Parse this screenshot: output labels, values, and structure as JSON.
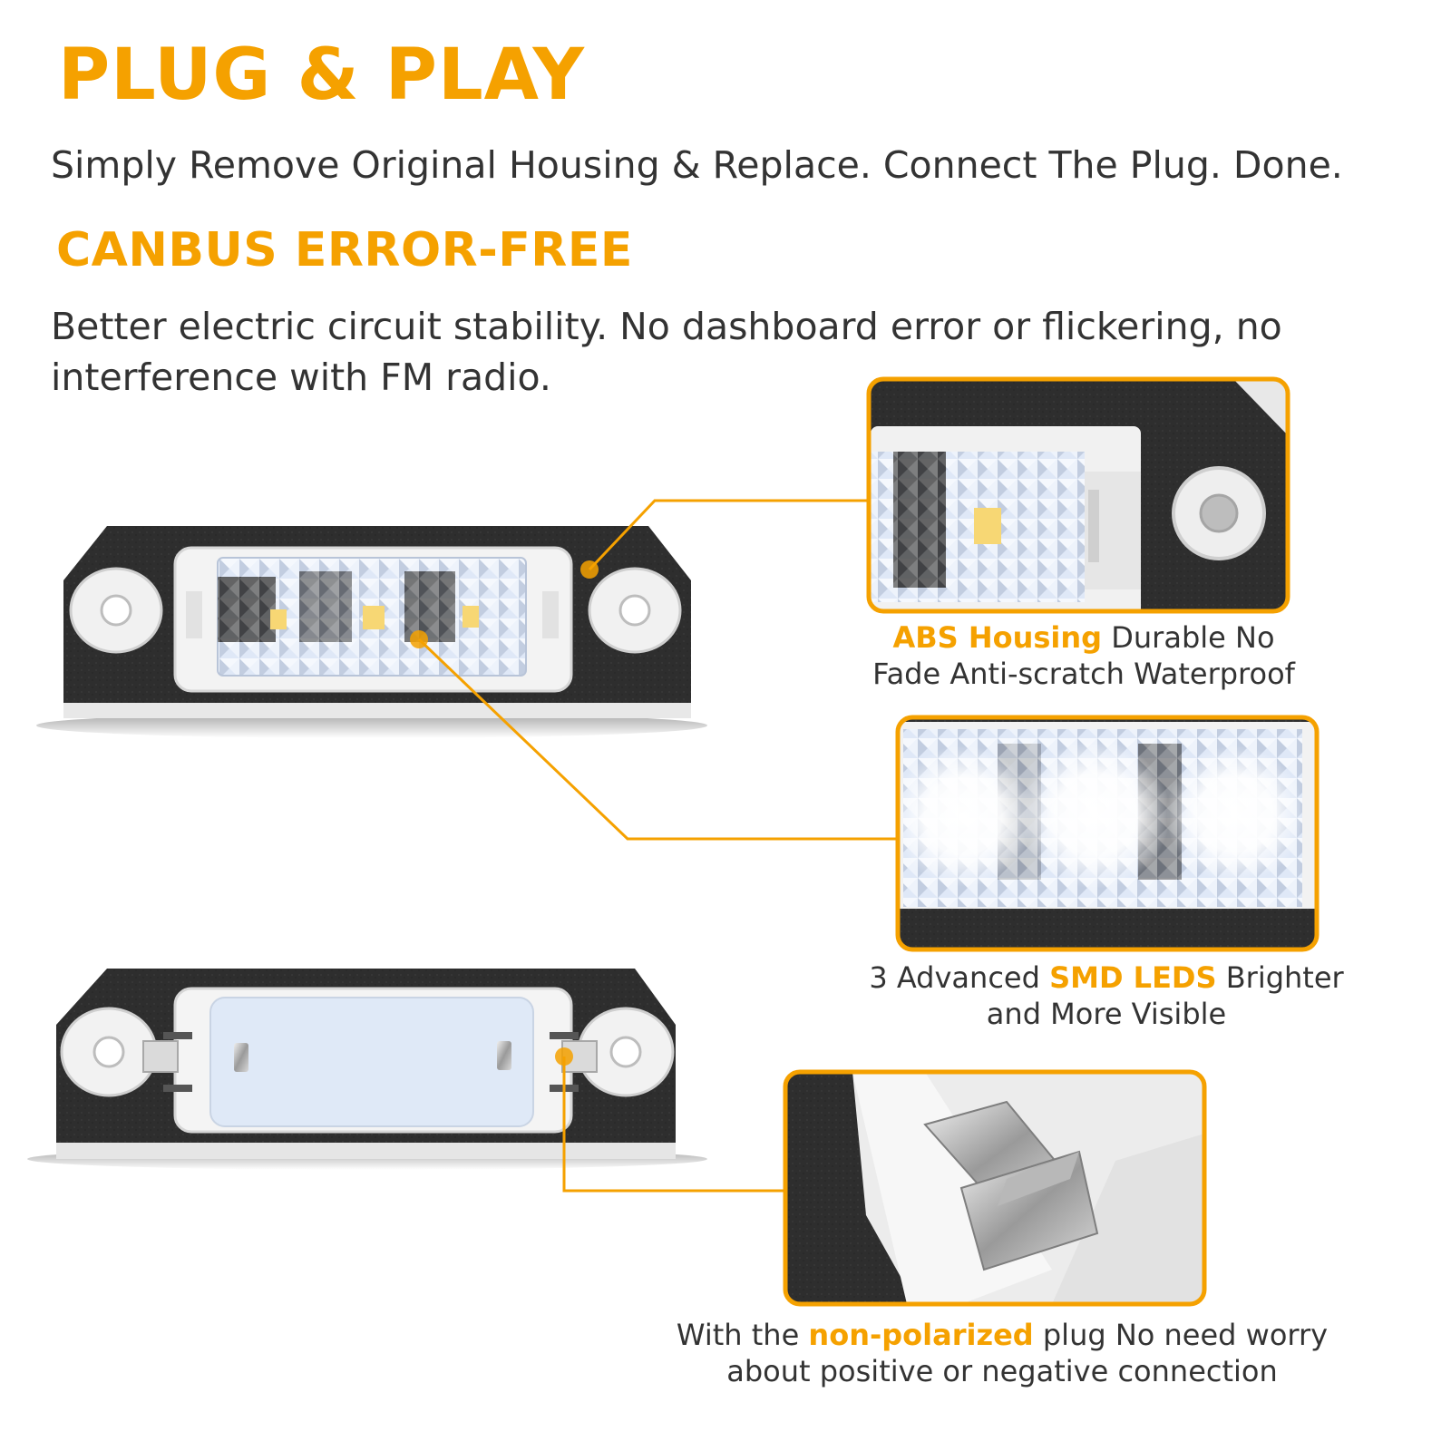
{
  "colors": {
    "accent": "#f5a100",
    "text": "#333333",
    "housing": "#2e2e2e",
    "lens": "#dfe8f7"
  },
  "heading": {
    "title": "PLUG & PLAY",
    "subtitle": "Simply Remove Original Housing & Replace. Connect The Plug. Done."
  },
  "feature": {
    "title": "CANBUS ERROR-FREE",
    "text": "Better electric circuit stability. No dashboard error or flickering, no interference with FM radio."
  },
  "callouts": [
    {
      "name": "abs-housing",
      "before": "",
      "highlight": "ABS Housing",
      "after": " Durable No Fade Anti-scratch Waterproof",
      "icon": "housing-closeup-photo"
    },
    {
      "name": "smd-leds",
      "before": "3 Advanced ",
      "highlight": "SMD LEDS",
      "after": " Brighter and More Visible",
      "icon": "lit-led-closeup-photo"
    },
    {
      "name": "non-polarized-plug",
      "before": "With the ",
      "highlight": "non-polarized",
      "after": " plug No need worry about positive or negative connection",
      "icon": "plug-terminal-closeup-photo"
    }
  ]
}
